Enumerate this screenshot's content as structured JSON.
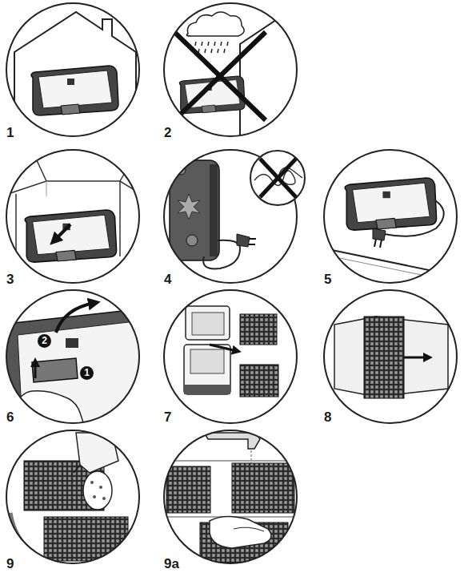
{
  "diagram": {
    "labels": [
      "1",
      "2",
      "3",
      "4",
      "5",
      "6",
      "7",
      "8",
      "9",
      "9a",
      "2",
      "1"
    ]
  }
}
